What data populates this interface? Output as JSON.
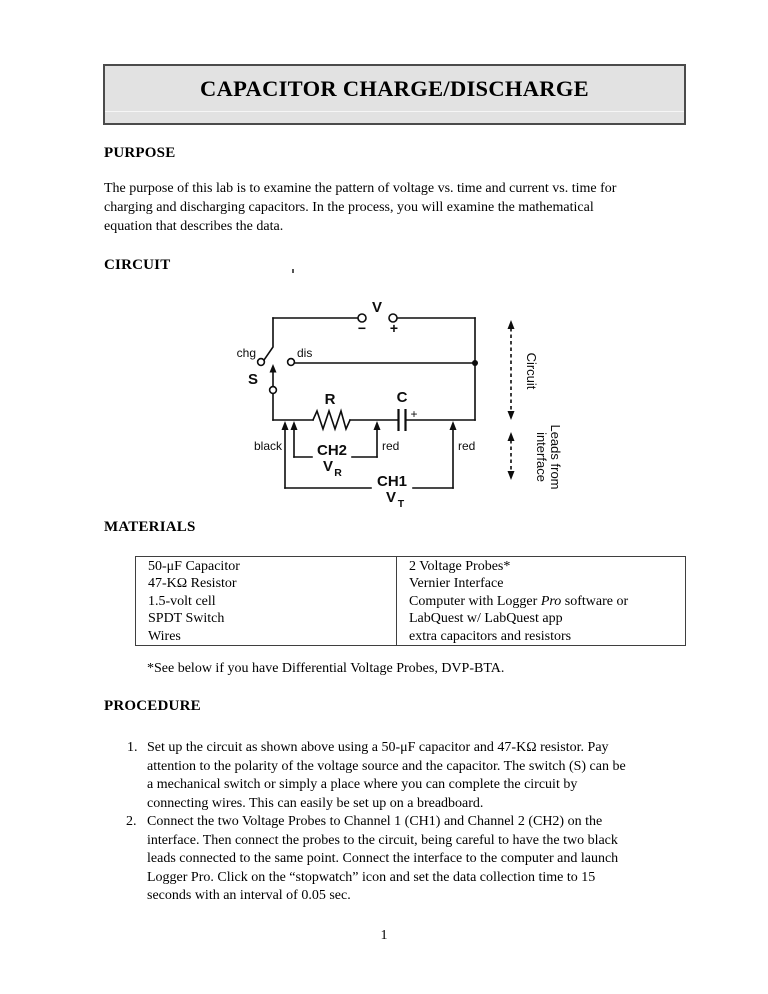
{
  "page": {
    "title": "CAPACITOR CHARGE/DISCHARGE",
    "page_number": "1"
  },
  "purpose": {
    "heading": "PURPOSE",
    "body": "The purpose of this lab is to examine the pattern of voltage vs. time and current vs. time for\ncharging and discharging capacitors. In the process, you will examine the mathematical\nequation that describes the data."
  },
  "circuit": {
    "heading": "CIRCUIT",
    "labels": {
      "v": "V",
      "minus": "−",
      "plus": "+",
      "chg": "chg",
      "dis": "dis",
      "s": "S",
      "r": "R",
      "c": "C",
      "cap_plus": "+",
      "black": "black",
      "red1": "red",
      "red2": "red",
      "ch2": "CH2",
      "vr_main": "V",
      "vr_sub": "R",
      "ch1": "CH1",
      "vt_main": "V",
      "vt_sub": "T",
      "circuit_span": "Circuit",
      "leads_line1": "Leads from",
      "leads_line2": "interface"
    }
  },
  "materials": {
    "heading": "MATERIALS",
    "left_column": "50-μF Capacitor\n47-KΩ Resistor\n1.5-volt cell\nSPDT Switch\nWires",
    "right_line1": "2 Voltage Probes*",
    "right_line2": "Vernier Interface",
    "right_line3_pre": "Computer with Logger ",
    "right_line3_italic": "Pro",
    "right_line3_post": " software or",
    "right_line4": "LabQuest w/ LabQuest app",
    "right_line5": "extra capacitors and resistors",
    "note": "*See below if you have Differential Voltage Probes, DVP-BTA."
  },
  "procedure": {
    "heading": "PROCEDURE",
    "items": [
      {
        "num": "1.",
        "text": "Set up the circuit as shown above using a 50-μF capacitor and 47-KΩ resistor. Pay\nattention to the polarity of the voltage source and the capacitor. The switch (S) can be\na mechanical switch or simply a place where you can complete the circuit by\nconnecting wires. This can easily be set up on a breadboard."
      },
      {
        "num": "2.",
        "text": "Connect the two Voltage Probes to Channel 1 (CH1) and Channel 2 (CH2) on the\ninterface. Then connect the probes to the circuit, being careful to have the two black\nleads connected to the same point. Connect the interface to the computer and launch\nLogger Pro. Click on the “stopwatch” icon and set the data collection time to 15\nseconds with an interval of 0.05 sec."
      }
    ]
  },
  "colors": {
    "title_box_bg": "#e2e2e2",
    "title_box_border": "#4b4b4b",
    "ink": "#0d0d0d",
    "page_bg": "#ffffff"
  }
}
